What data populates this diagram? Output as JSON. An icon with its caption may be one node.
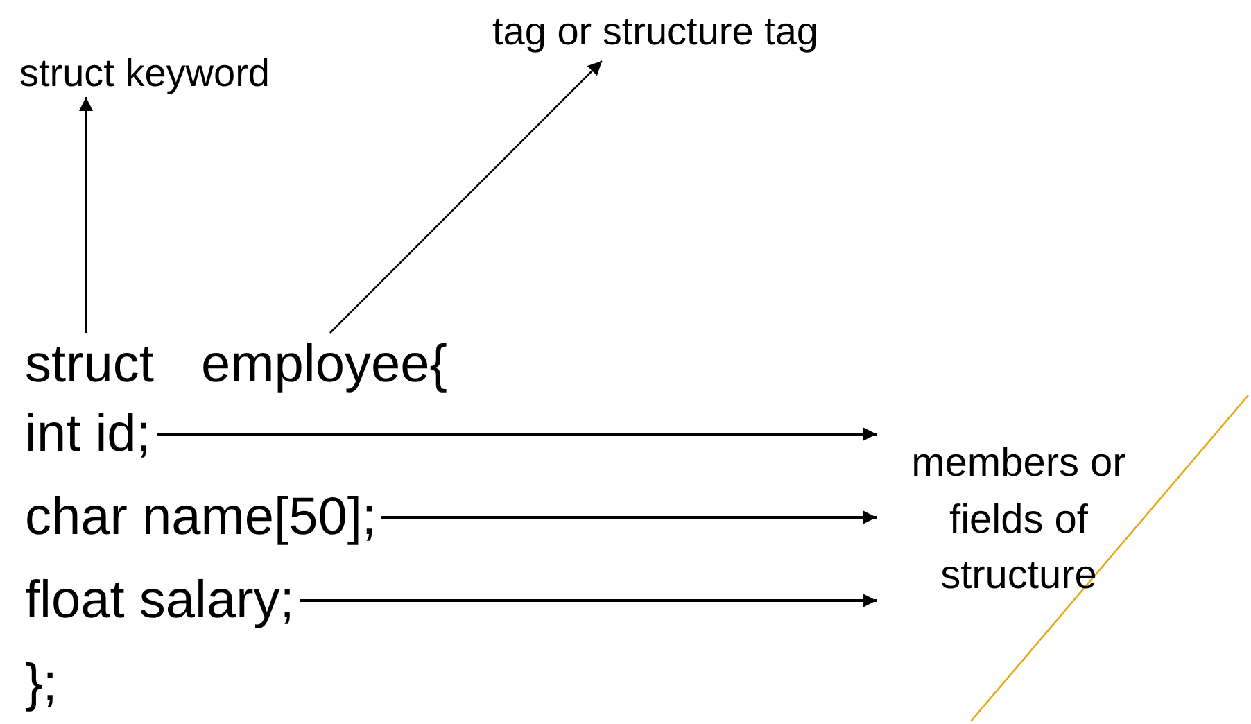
{
  "diagram": {
    "nodes": [
      {
        "text": [
          "struct keyword"
        ]
      },
      {
        "text": [
          "tag or structure tag"
        ]
      },
      {
        "text": [
          "struct"
        ]
      },
      {
        "text": [
          "employee{"
        ]
      },
      {
        "text": [
          "int id;"
        ]
      },
      {
        "text": [
          "char name[50];"
        ]
      },
      {
        "text": [
          "float salary;"
        ]
      },
      {
        "text": [
          "members or fields of structure"
        ]
      }
    ],
    "edges": [
      {
        "from": 2,
        "to": 0,
        "arrow": "to"
      },
      {
        "from": 3,
        "to": 1,
        "arrow": "to"
      },
      {
        "from": 4,
        "to": 7,
        "arrow": "to"
      },
      {
        "from": 5,
        "to": 7,
        "arrow": "to"
      },
      {
        "from": 6,
        "to": 7,
        "arrow": "to"
      }
    ],
    "labels": [
      "};"
    ]
  }
}
